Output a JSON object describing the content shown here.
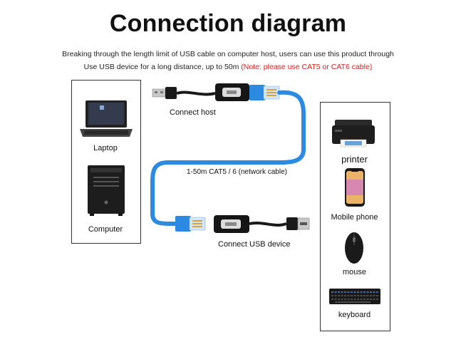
{
  "title": "Connection diagram",
  "description": {
    "line1": "Breaking through the length limit of USB cable on computer host, users can use this product through",
    "line2": "Use USB device for a long distance, up to 50m",
    "note": "(Note: please use CAT5 or CAT6 cable)"
  },
  "host_devices": {
    "laptop": "Laptop",
    "computer": "Computer"
  },
  "labels": {
    "connect_host": "Connect host",
    "cable": "1-50m CAT5 / 6 (network cable)",
    "connect_usb_device": "Connect USB device"
  },
  "usb_devices": {
    "printer": "printer",
    "mobile_phone": "Mobile phone",
    "mouse": "mouse",
    "keyboard": "keyboard"
  },
  "colors": {
    "cable": "#2c8be0",
    "note": "#d42020"
  }
}
